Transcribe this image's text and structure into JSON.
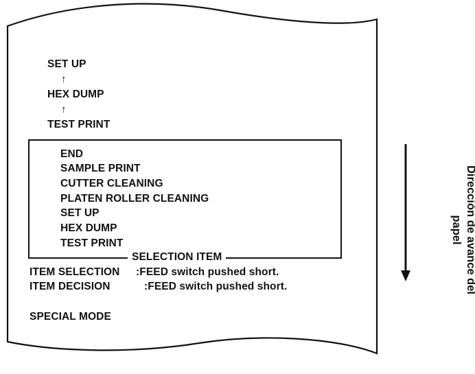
{
  "paper_header": {
    "item_1": "SET UP",
    "arrow_1": "↑",
    "item_2": "HEX DUMP",
    "arrow_2": "↑",
    "item_3": "TEST PRINT"
  },
  "menu_box": {
    "items": [
      "END",
      "SAMPLE PRINT",
      "CUTTER CLEANING",
      "PLATEN ROLLER CLEANING",
      "SET UP",
      "HEX DUMP",
      "TEST PRINT"
    ],
    "caption": "SELECTION ITEM"
  },
  "instructions": {
    "selection_label": "ITEM SELECTION",
    "selection_text": ":FEED switch pushed short.",
    "decision_label": "ITEM DECISION",
    "decision_text": ":FEED switch pushed short."
  },
  "footer": {
    "mode": "SPECIAL MODE"
  },
  "direction": {
    "label": "Dirección de avance del\npapel",
    "arrow_icon": "arrow-down-icon"
  },
  "colors": {
    "ink": "#111111",
    "paper": "#ffffff"
  }
}
